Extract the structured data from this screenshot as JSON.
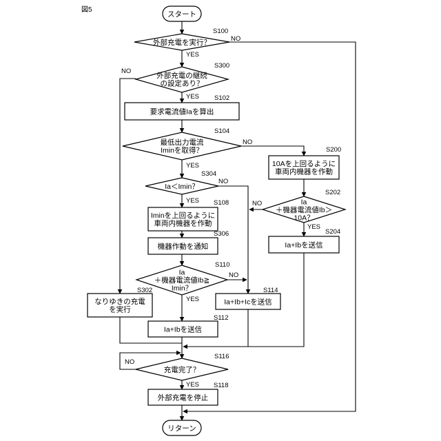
{
  "figure_label": "図5",
  "terminals": {
    "start": "スタート",
    "end": "リターン"
  },
  "steps": {
    "s100": {
      "id": "S100",
      "text": [
        "外部充電を実行？"
      ]
    },
    "s300": {
      "id": "S300",
      "text": [
        "外部充電の継続",
        "の設定あり？"
      ]
    },
    "s102": {
      "id": "S102",
      "text": [
        "要求電流値Iaを算出"
      ]
    },
    "s104": {
      "id": "S104",
      "text": [
        "最低出力電流",
        "Iminを取得？"
      ]
    },
    "s200": {
      "id": "S200",
      "text": [
        "10Aを上回るように",
        "車両内機器を作動"
      ]
    },
    "s304": {
      "id": "S304",
      "text": [
        "Ia＜Imin？"
      ]
    },
    "s202": {
      "id": "S202",
      "text": [
        "Ia",
        "＋機器電流値Ib＞",
        "10A？"
      ]
    },
    "s108": {
      "id": "S108",
      "text": [
        "Iminを上回るように",
        "車両内機器を作動"
      ]
    },
    "s306": {
      "id": "S306",
      "text": [
        "機器作動を通知"
      ]
    },
    "s204": {
      "id": "S204",
      "text": [
        "Ia+Ibを送信"
      ]
    },
    "s110": {
      "id": "S110",
      "text": [
        "Ia",
        "＋機器電流値Ib≧",
        "Imin？"
      ]
    },
    "s302": {
      "id": "S302",
      "text": [
        "なりゆきの充電",
        "を実行"
      ]
    },
    "s114": {
      "id": "S114",
      "text": [
        "Ia+Ib+Icを送信"
      ]
    },
    "s112": {
      "id": "S112",
      "text": [
        "Ia+Ibを送信"
      ]
    },
    "s116": {
      "id": "S116",
      "text": [
        "充電完了？"
      ]
    },
    "s118": {
      "id": "S118",
      "text": [
        "外部充電を停止"
      ]
    }
  },
  "branch_labels": {
    "yes": "YES",
    "no": "NO"
  }
}
